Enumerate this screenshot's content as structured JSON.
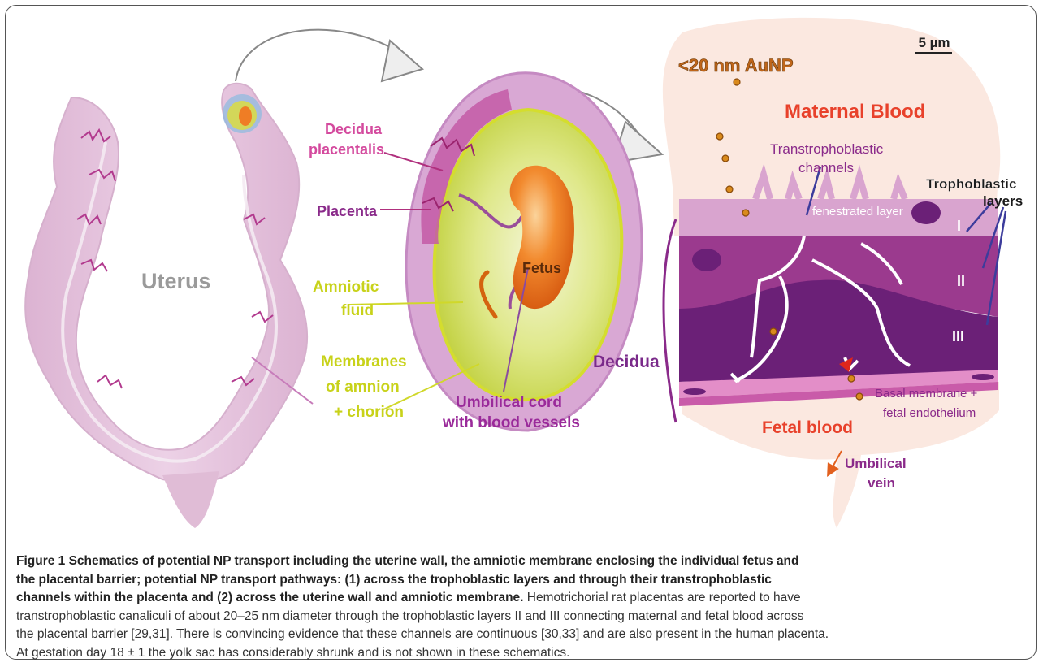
{
  "labels": {
    "scale_bar": "5 µm",
    "aunp": "<20 nm AuNP",
    "maternal_blood": "Maternal Blood",
    "transtrophoblastic_1": "Transtrophoblastic",
    "transtrophoblastic_2": "channels",
    "trophoblastic_1": "Trophoblastic",
    "trophoblastic_2": "layers",
    "fenestrated_layer": "fenestrated layer",
    "layer_1": "I",
    "layer_2": "II",
    "layer_3": "III",
    "decidua": "Decidua",
    "basal_1": "Basal membrane +",
    "basal_2": "fetal endothelium",
    "fetal_blood": "Fetal blood",
    "umbilical_vein_1": "Umbilical",
    "umbilical_vein_2": "vein",
    "uterus": "Uterus",
    "decidua_placentalis_1": "Decidua",
    "decidua_placentalis_2": "placentalis",
    "placenta": "Placenta",
    "fetus": "Fetus",
    "amniotic_1": "Amniotic",
    "amniotic_2": "fluid",
    "membranes_1": "Membranes",
    "membranes_2": "of amnion",
    "membranes_3": "+ chorion",
    "umbilical_cord_1": "Umbilical cord",
    "umbilical_cord_2": "with blood vessels"
  },
  "caption": {
    "bold_1": "Figure 1 Schematics of potential NP transport including the uterine wall, the amniotic membrane enclosing the individual fetus and",
    "bold_2": "the placental barrier; potential NP transport pathways: (1) across the trophoblastic layers and through their transtrophoblastic",
    "bold_3": "channels within the placenta and (2) across the uterine wall and amniotic membrane.",
    "text_3": " Hemotrichorial rat placentas are reported to have",
    "line_4": "transtrophoblastic canaliculi of about 20–25 nm diameter through the trophoblastic layers II and III connecting maternal and fetal blood across",
    "line_5": "the placental barrier [29,31]. There is convincing evidence that these channels are continuous [30,33] and are also present in the human placenta.",
    "line_6": "At gestation day 18 ± 1 the yolk sac has considerably shrunk and is not shown in these schematics."
  },
  "colors": {
    "uterus_pink": "#e8c3dd",
    "placenta_magenta": "#b0307e",
    "amniotic_yellow": "#d7df2e",
    "fetus_orange": "#ef6f1c",
    "maternal_red": "#e8412b",
    "layer_dark_purple": "#6b2077",
    "layer_mid_purple": "#9b3a8e",
    "np_gold": "#d98a1c",
    "label_purple": "#8a2a8a",
    "label_yellow": "#c8d21a",
    "label_orange": "#c0661a"
  }
}
